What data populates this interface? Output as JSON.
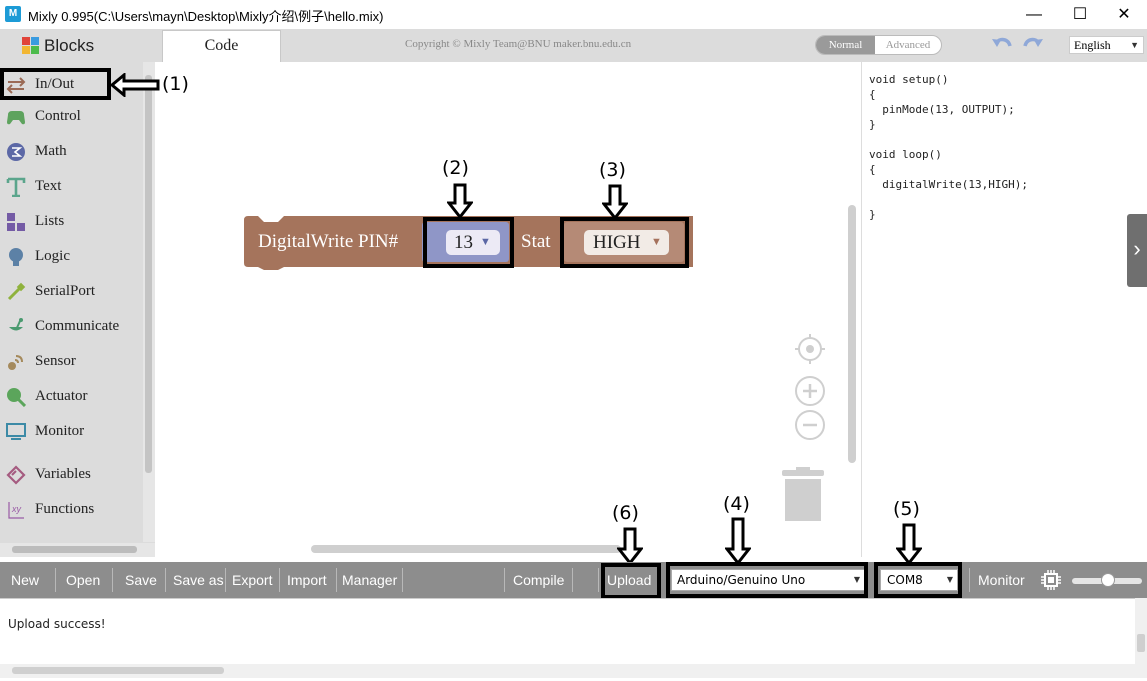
{
  "window": {
    "title": "Mixly 0.995(C:\\Users\\mayn\\Desktop\\Mixly介绍\\例子\\hello.mix)",
    "app_icon": "M",
    "minimize": "—",
    "maximize": "☐",
    "close": "✕"
  },
  "tabs": {
    "blocks": "Blocks",
    "code": "Code"
  },
  "copyright": "Copyright © Mixly Team@BNU maker.bnu.edu.cn",
  "mode": {
    "normal": "Normal",
    "advanced": "Advanced"
  },
  "language": "English",
  "categories": [
    {
      "label": "In/Out",
      "icon": "arrows-icon",
      "color": "#9b6a55"
    },
    {
      "label": "Control",
      "icon": "gamepad-icon",
      "color": "#5ea35e"
    },
    {
      "label": "Math",
      "icon": "math-icon",
      "color": "#5c68a6"
    },
    {
      "label": "Text",
      "icon": "text-icon",
      "color": "#5ba58c"
    },
    {
      "label": "Lists",
      "icon": "lists-icon",
      "color": "#745ba5"
    },
    {
      "label": "Logic",
      "icon": "bulb-icon",
      "color": "#5c81a6"
    },
    {
      "label": "SerialPort",
      "icon": "serial-icon",
      "color": "#8fb23d"
    },
    {
      "label": "Communicate",
      "icon": "satellite-icon",
      "color": "#4a9a6f"
    },
    {
      "label": "Sensor",
      "icon": "sensor-icon",
      "color": "#a58a5c"
    },
    {
      "label": "Actuator",
      "icon": "actuator-icon",
      "color": "#5ba55b"
    },
    {
      "label": "Monitor",
      "icon": "monitor-icon",
      "color": "#3c8aa6"
    },
    {
      "label": "Variables",
      "icon": "variables-icon",
      "color": "#a55b80"
    },
    {
      "label": "Functions",
      "icon": "functions-icon",
      "color": "#995ba5"
    }
  ],
  "block": {
    "label": "DigitalWrite PIN#",
    "pin_value": "13",
    "stat_label": "Stat",
    "stat_value": "HIGH",
    "color": "#a5745c"
  },
  "code_lines": "void setup()\n{\n  pinMode(13, OUTPUT);\n}\n\nvoid loop()\n{\n  digitalWrite(13,HIGH);\n\n}",
  "callouts": [
    "(1)",
    "(2)",
    "(3)",
    "(4)",
    "(5)",
    "(6)"
  ],
  "toolbar": {
    "new": "New",
    "open": "Open",
    "save": "Save",
    "save_as": "Save as",
    "export": "Export",
    "import": "Import",
    "manager": "Manager",
    "compile": "Compile",
    "upload": "Upload",
    "board": "Arduino/Genuino Uno",
    "port": "COM8",
    "monitor": "Monitor"
  },
  "output": {
    "message": "Upload success!"
  }
}
